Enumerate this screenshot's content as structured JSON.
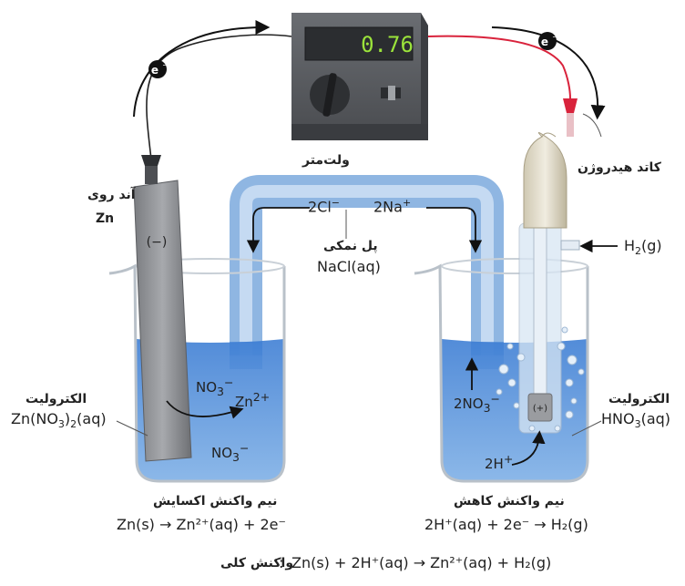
{
  "voltmeter": {
    "reading": "0.76",
    "label": "ولت‌متر"
  },
  "electron_label": "e",
  "anode": {
    "title": "آند روی",
    "symbol": "Zn",
    "sign": "(−)"
  },
  "cathode": {
    "title": "کاتد هیدروژن",
    "sign": "(+)",
    "gas_label": "H",
    "gas_sub": "2",
    "gas_state": "(g)"
  },
  "salt_bridge": {
    "title": "پل نمکی",
    "formula": "NaCl(aq)",
    "anion": "2Cl",
    "cation": "2Na"
  },
  "left_electrolyte": {
    "title": "الکترولیت",
    "formula_a": "Zn(NO",
    "formula_sub": "3",
    "formula_b": ")",
    "formula_sub2": "2",
    "formula_c": "(aq)"
  },
  "right_electrolyte": {
    "title": "الکترولیت",
    "formula_a": "HNO",
    "formula_sub": "3",
    "formula_b": "(aq)"
  },
  "ions": {
    "left_no3_top": "NO",
    "left_zn": "Zn",
    "left_no3_bottom": "NO",
    "right_no3": "2NO",
    "right_h": "2H",
    "sub3": "3",
    "minus": "−",
    "plus": "+",
    "two_plus": "2+"
  },
  "half_reactions": {
    "oxidation_title": "نیم واکنش اکسایش",
    "oxidation_eq": "Zn(s) → Zn²⁺(aq) + 2e⁻",
    "reduction_title": "نیم واکنش کاهش",
    "reduction_eq": "2H⁺(aq) + 2e⁻ → H₂(g)"
  },
  "overall": {
    "title": "واکنش کلی",
    "sep": ":",
    "eq": "Zn(s) + 2H⁺(aq) → Zn²⁺(aq) + H₂(g)"
  },
  "colors": {
    "solution": "#4a86d6",
    "bridge": "#a9c8ea",
    "meter": "#5b5e63",
    "display": "#9be33b",
    "wire_red": "#d9233c"
  }
}
